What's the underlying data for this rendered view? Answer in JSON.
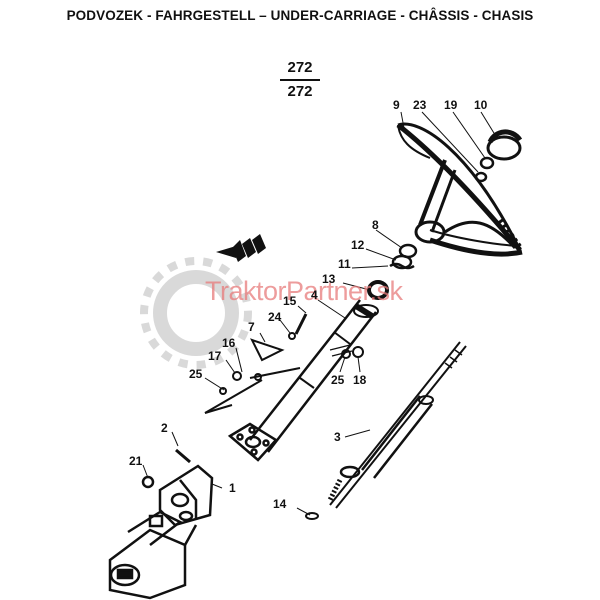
{
  "header": {
    "title": "PODVOZEK - FAHRGESTELL – UNDER-CARRIAGE - CHÂSSIS - CHASIS",
    "figure_top": "272",
    "figure_bottom": "272"
  },
  "watermark": {
    "text": "TraktorPartner.sk",
    "color": "#e87b7b"
  },
  "callouts": {
    "c1": "1",
    "c2": "2",
    "c3": "3",
    "c4": "4",
    "c7": "7",
    "c8": "8",
    "c9": "9",
    "c10": "10",
    "c11": "11",
    "c12": "12",
    "c13": "13",
    "c14": "14",
    "c15": "15",
    "c16": "16",
    "c17": "17",
    "c18": "18",
    "c19": "19",
    "c21": "21",
    "c23": "23",
    "c24": "24",
    "c25a": "25",
    "c25b": "25"
  },
  "colors": {
    "ink": "#111111",
    "gear": "#d9d9d9"
  }
}
